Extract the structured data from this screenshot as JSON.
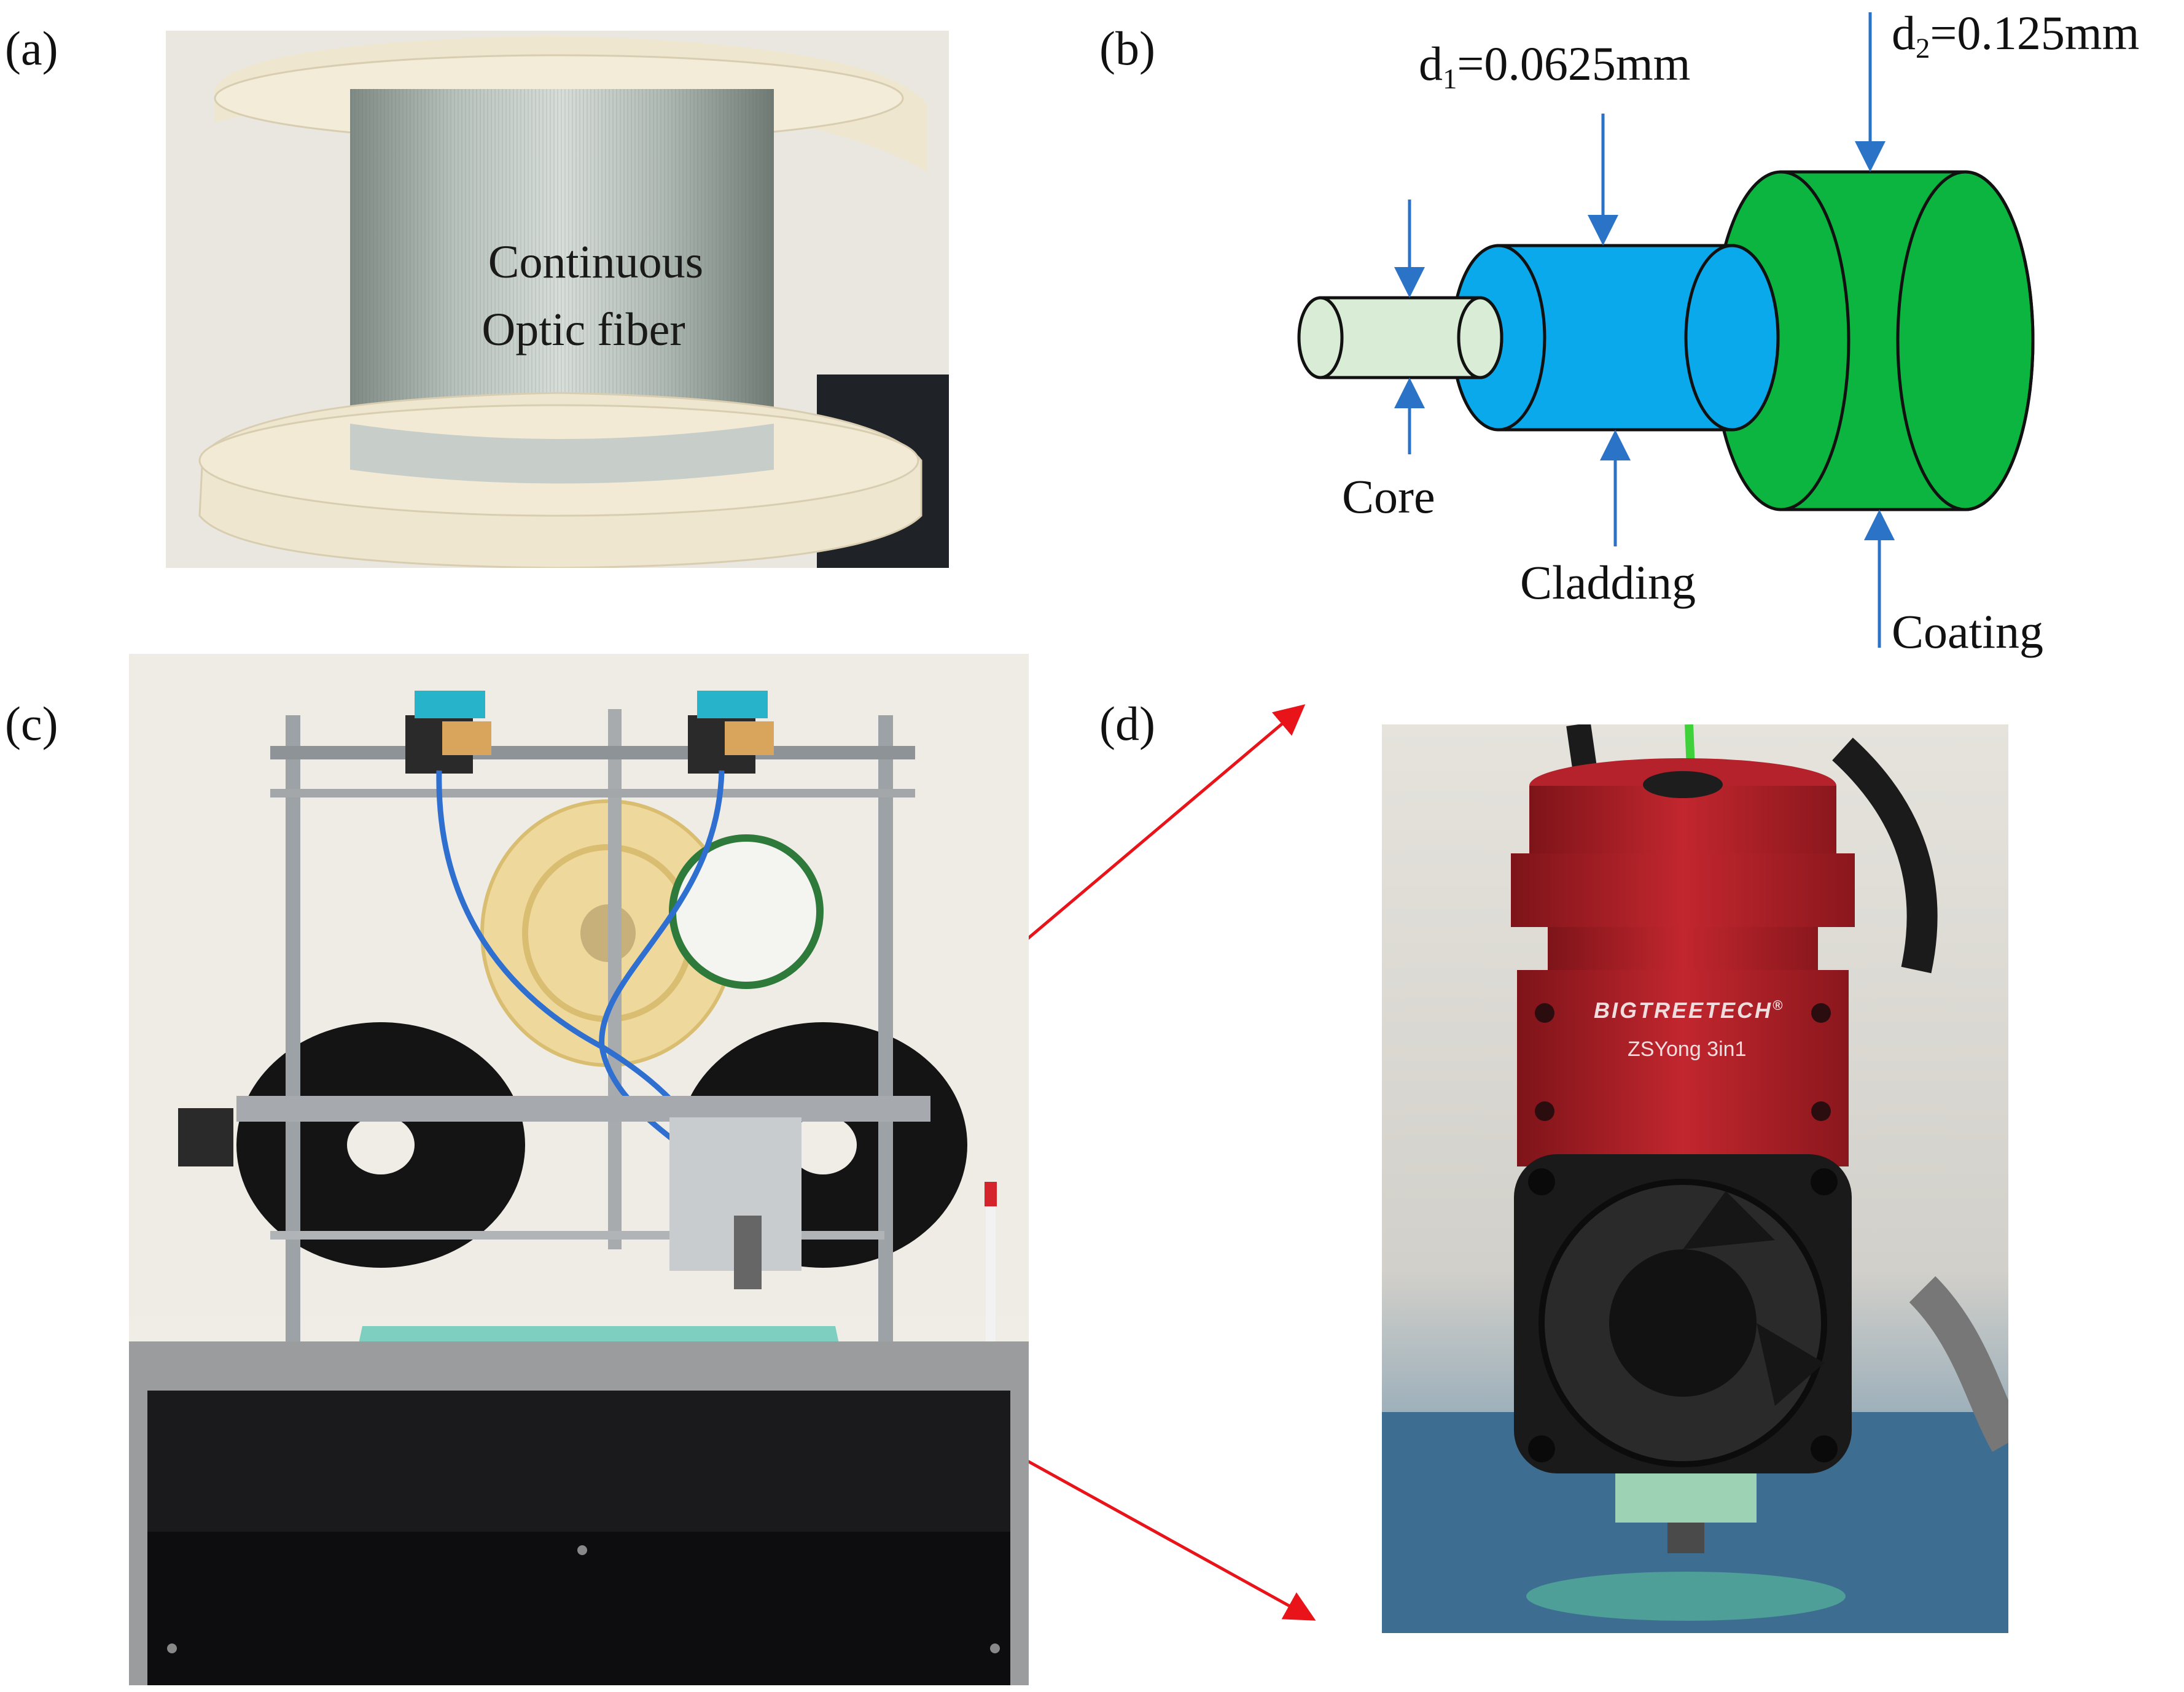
{
  "panels": {
    "a": {
      "label": "(a)",
      "spool_text_line1": "Continuous",
      "spool_text_line2": "Optic fiber"
    },
    "b": {
      "label": "(b)",
      "d1_prefix": "d",
      "d1_sub": "1",
      "d1_value": "=0.0625mm",
      "d2_prefix": "d",
      "d2_sub": "2",
      "d2_value": "=0.125mm",
      "core": "Core",
      "cladding": "Cladding",
      "coating": "Coating"
    },
    "c": {
      "label": "(c)"
    },
    "d": {
      "label": "(d)",
      "brand": "BIGTREETECH",
      "registered": "®",
      "model": "ZSYong 3in1"
    }
  },
  "colors": {
    "core": "#d8ecd6",
    "cladding": "#0aa9ec",
    "coating": "#0cb53f",
    "arrow": "#2b73c6",
    "callout": "#e8141a",
    "nozzle_block": "#b5222b"
  }
}
